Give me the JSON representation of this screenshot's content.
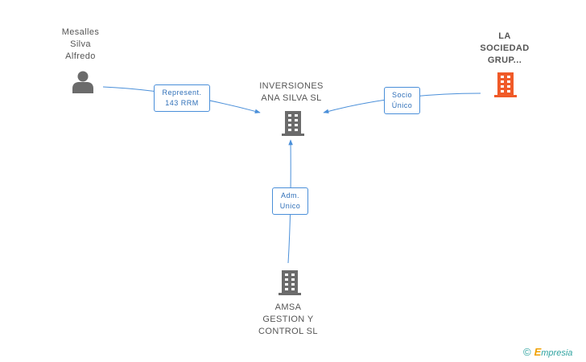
{
  "nodes": {
    "center": {
      "lines": [
        "INVERSIONES",
        "ANA SILVA SL"
      ],
      "icon": "building-icon",
      "color": "#6b6b6b"
    },
    "person": {
      "lines": [
        "Mesalles",
        "Silva",
        "Alfredo"
      ],
      "icon": "person-icon",
      "color": "#6b6b6b"
    },
    "parent": {
      "lines": [
        "LA",
        "SOCIEDAD",
        "GRUP..."
      ],
      "icon": "building-icon",
      "color": "#f05a28"
    },
    "sub": {
      "lines": [
        "AMSA",
        "GESTION Y",
        "CONTROL  SL"
      ],
      "icon": "building-icon",
      "color": "#6b6b6b"
    }
  },
  "edges": {
    "person_to_center": {
      "lines": [
        "Represent.",
        "143 RRM"
      ]
    },
    "parent_to_center": {
      "lines": [
        "Socio",
        "Único"
      ]
    },
    "sub_to_center": {
      "lines": [
        "Adm.",
        "Unico"
      ]
    }
  },
  "colors": {
    "edge": "#4a8fd9"
  },
  "footer": {
    "copyright": "©",
    "brand_initial": "E",
    "brand_rest": "mpresia"
  }
}
